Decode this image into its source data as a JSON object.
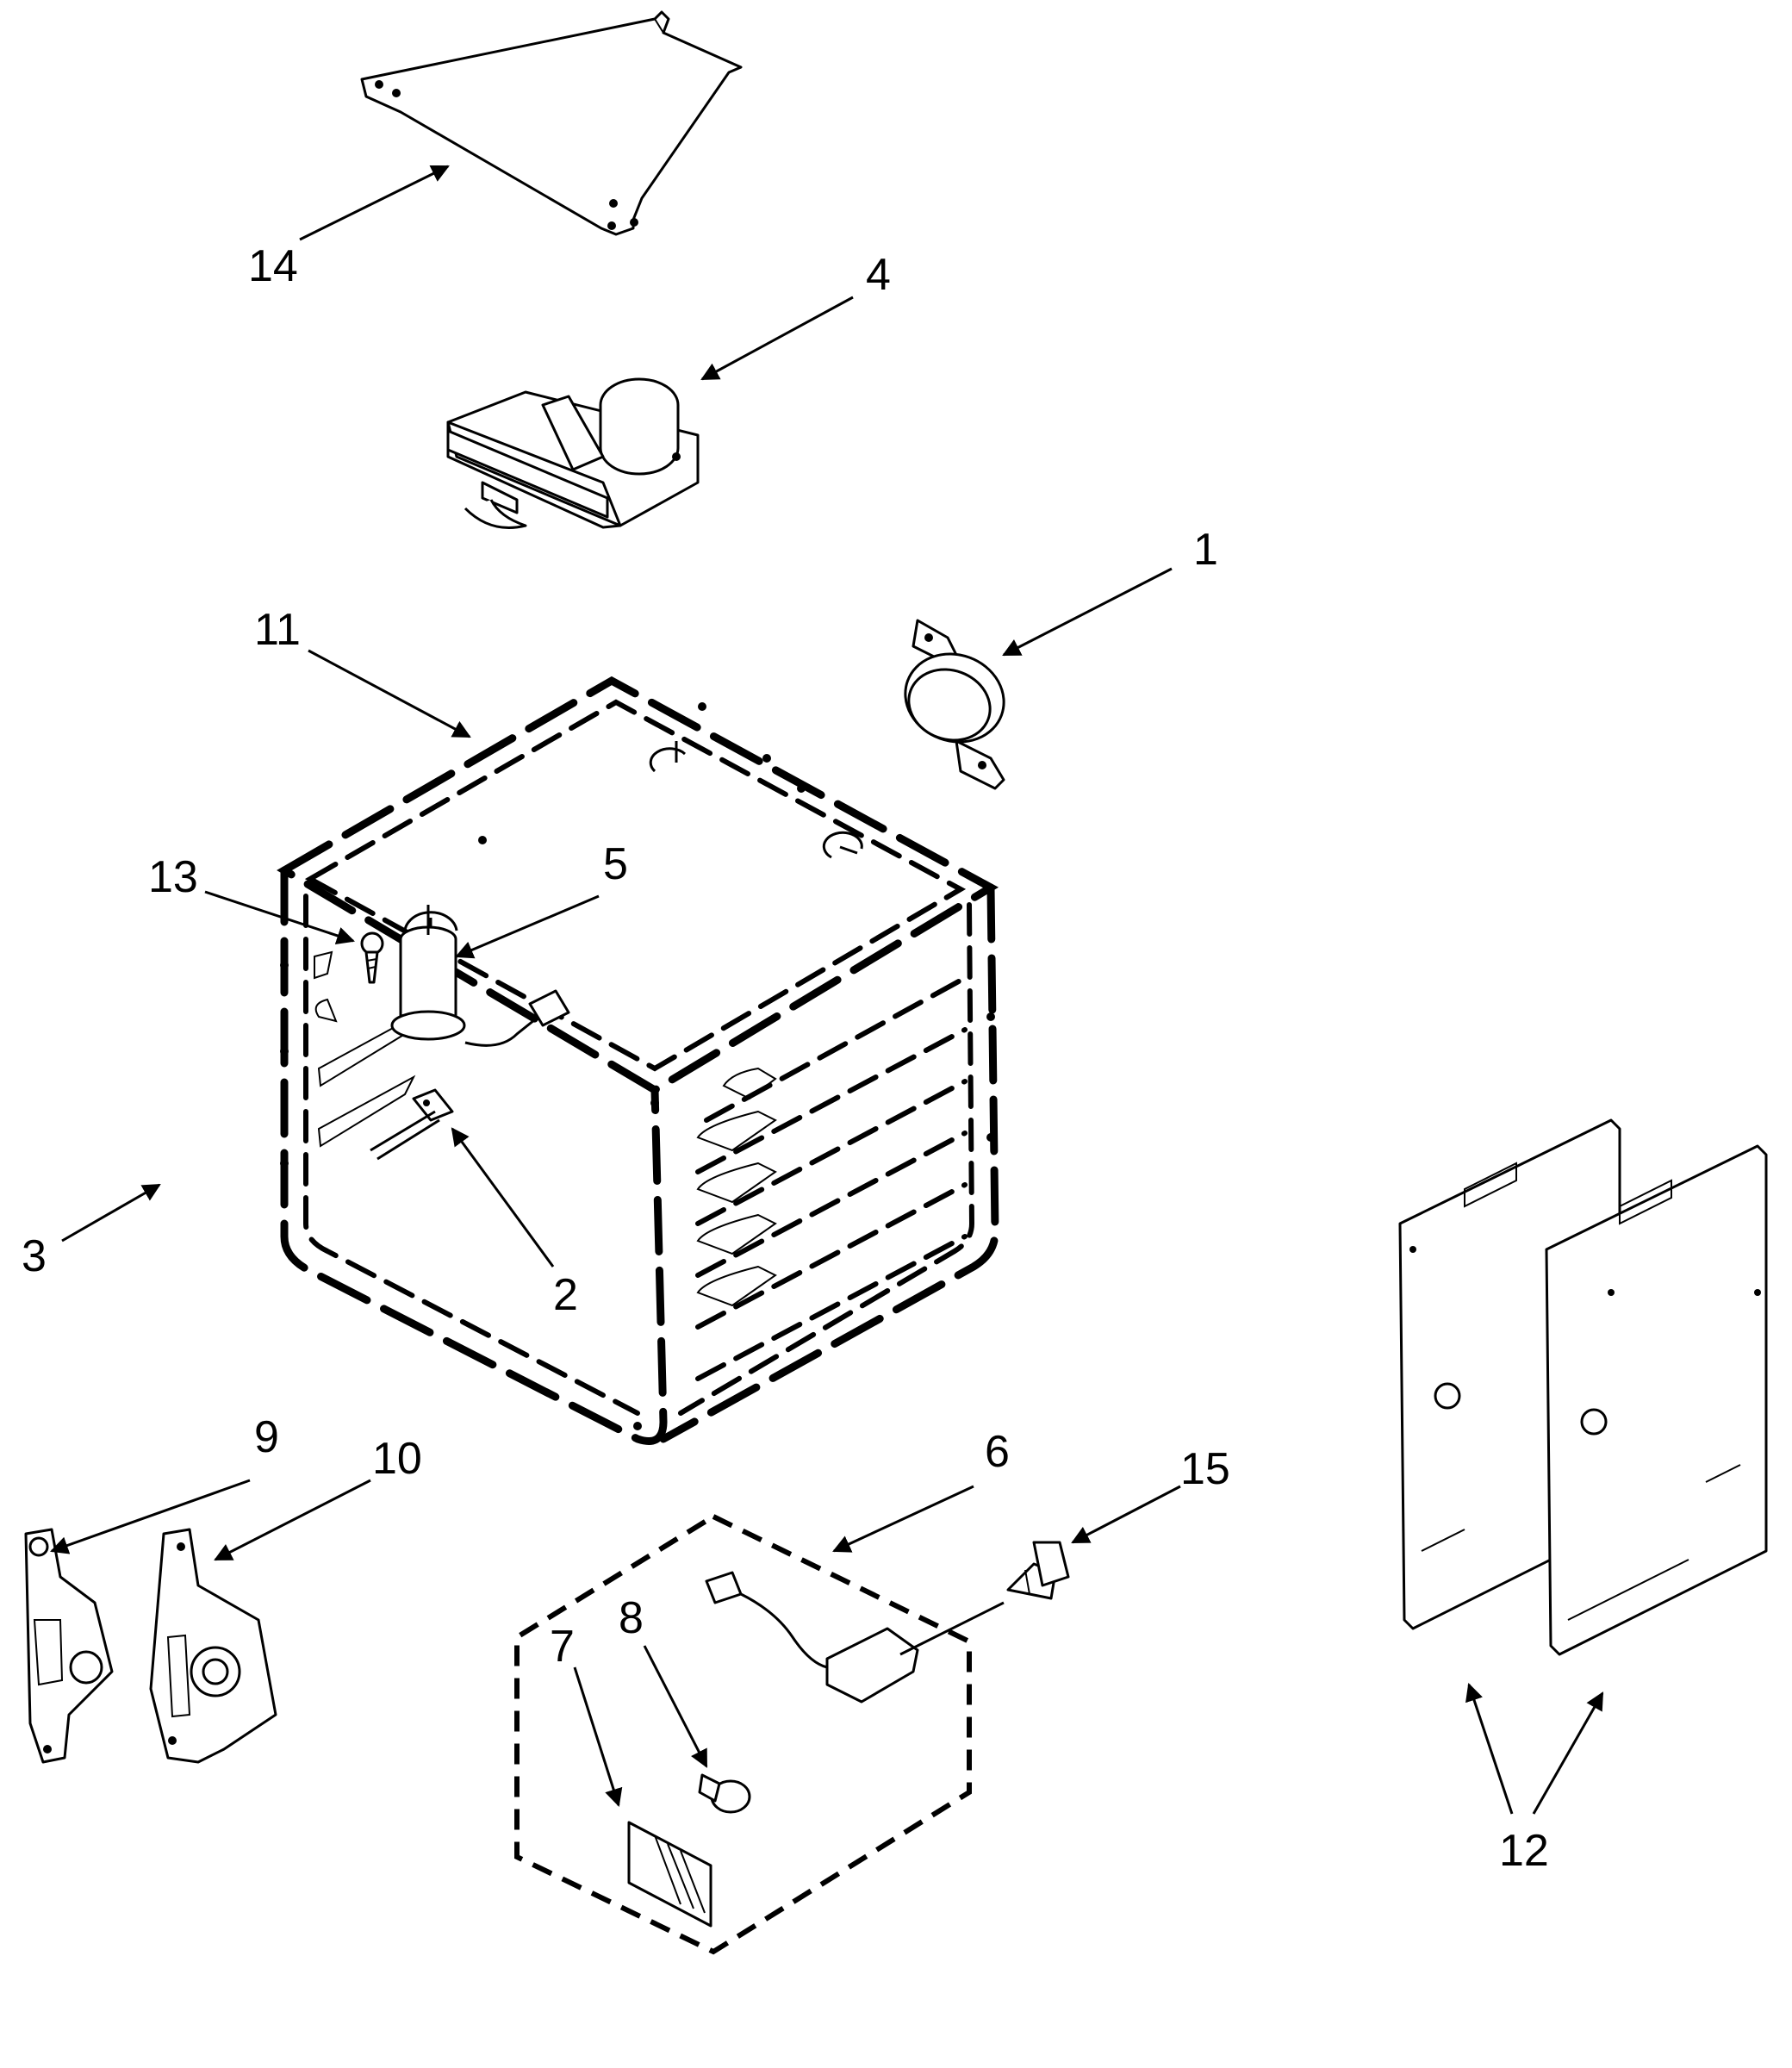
{
  "diagram": {
    "callouts": [
      {
        "id": "1",
        "label": "1"
      },
      {
        "id": "2",
        "label": "2"
      },
      {
        "id": "3",
        "label": "3"
      },
      {
        "id": "4",
        "label": "4"
      },
      {
        "id": "5",
        "label": "5"
      },
      {
        "id": "6",
        "label": "6"
      },
      {
        "id": "7",
        "label": "7"
      },
      {
        "id": "8",
        "label": "8"
      },
      {
        "id": "9",
        "label": "9"
      },
      {
        "id": "10",
        "label": "10"
      },
      {
        "id": "11",
        "label": "11"
      },
      {
        "id": "12",
        "label": "12"
      },
      {
        "id": "13",
        "label": "13"
      },
      {
        "id": "14",
        "label": "14"
      },
      {
        "id": "15",
        "label": "15"
      }
    ],
    "parts": [
      "bracket-plate",
      "door-latch-assembly",
      "thermal-fuse",
      "oven-cavity",
      "temperature-sensor",
      "sensor-bracket",
      "screw",
      "light-kit",
      "light-socket",
      "light-lens",
      "light-bulb",
      "hinge-left",
      "hinge-right",
      "side-panels",
      "shoulder-screw"
    ]
  }
}
